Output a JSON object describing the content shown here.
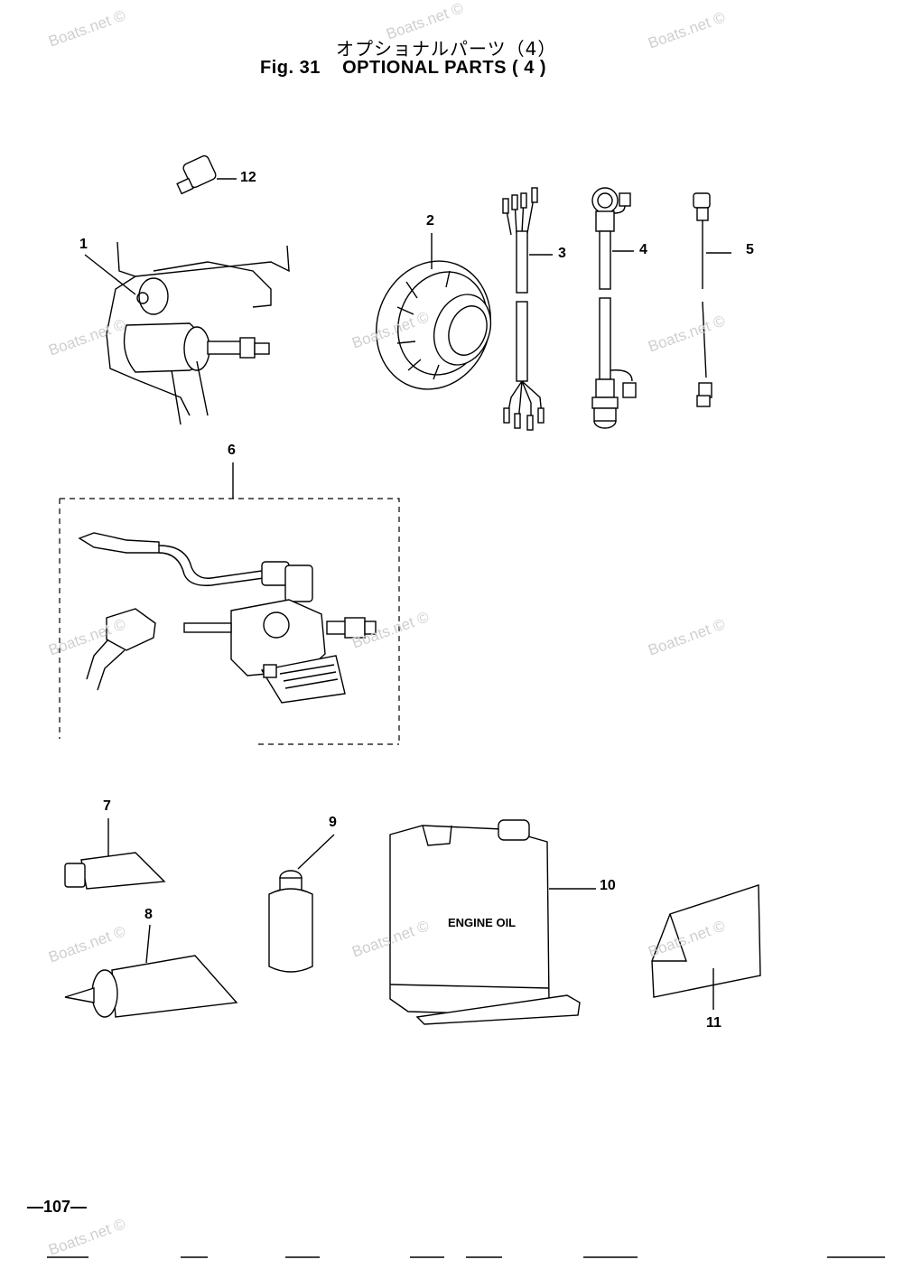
{
  "title": {
    "japanese": "オプショナルパーツ（4）",
    "fig_number": "Fig. 31",
    "english": "OPTIONAL PARTS ( 4 )"
  },
  "page_number": "—107—",
  "watermarks": [
    "Boats.net ©",
    "Boats.net ©",
    "Boats.net ©",
    "Boats.net ©",
    "Boats.net ©",
    "Boats.net ©",
    "Boats.net ©",
    "Boats.net ©",
    "Boats.net ©",
    "Boats.net ©",
    "Boats.net ©",
    "Boats.net ©",
    "Boats.net ©"
  ],
  "callouts": {
    "c1": "1",
    "c2": "2",
    "c3": "3",
    "c4": "4",
    "c5": "5",
    "c6": "6",
    "c7": "7",
    "c8": "8",
    "c9": "9",
    "c10": "10",
    "c11": "11",
    "c12": "12"
  },
  "labels": {
    "engine_oil": "ENGINE OIL"
  }
}
